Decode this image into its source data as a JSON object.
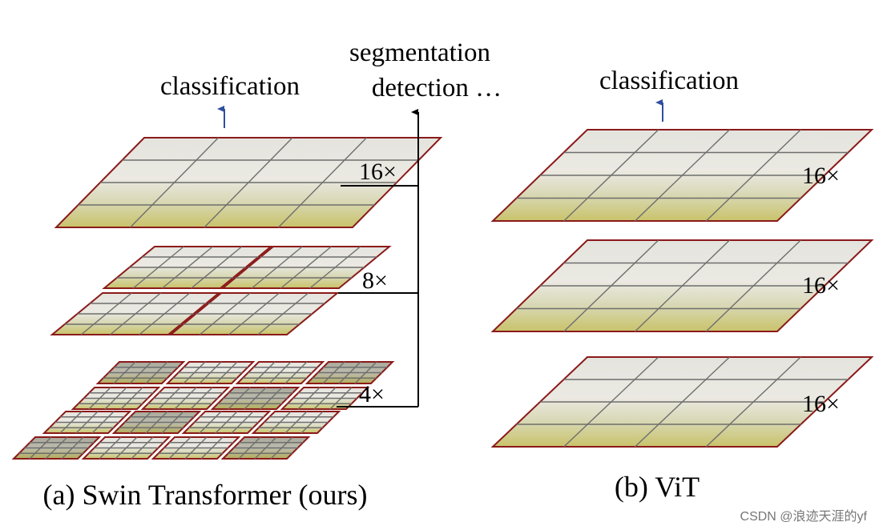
{
  "swin": {
    "classification": "classification",
    "levels": [
      {
        "scale": "16×",
        "patches": 1,
        "grid": 4
      },
      {
        "scale": "8×",
        "patches": 2,
        "grid": 4
      },
      {
        "scale": "4×",
        "patches": 4,
        "grid": 4
      }
    ],
    "tasks_line1": "segmentation",
    "tasks_line2": "detection …",
    "caption": "(a) Swin Transformer (ours)"
  },
  "vit": {
    "classification": "classification",
    "levels": [
      {
        "scale": "16×"
      },
      {
        "scale": "16×"
      },
      {
        "scale": "16×"
      }
    ],
    "caption": "(b) ViT"
  },
  "watermark": "CSDN @浪迹天涯的yf",
  "colors": {
    "border": "#8b1a1a",
    "grid": "#6e6e6e",
    "arrow_blue": "#2f4f9f",
    "arrow_black": "#000000"
  }
}
